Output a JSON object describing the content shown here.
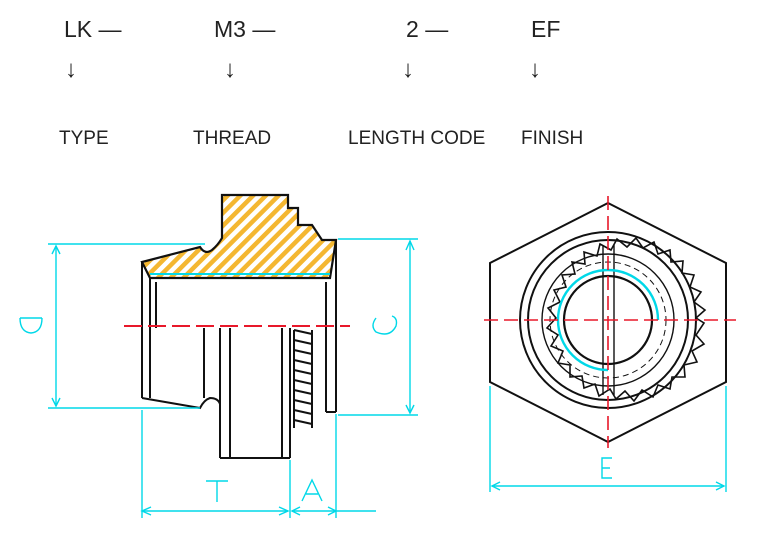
{
  "code": {
    "type": "LK",
    "thread": "M3",
    "length": "2",
    "finish": "EF",
    "separator": "—"
  },
  "labels": {
    "type": "TYPE",
    "thread": "THREAD",
    "length": "LENGTH CODE",
    "finish": "FINISH"
  },
  "dimensions": {
    "d": "D",
    "c": "C",
    "t": "T",
    "a": "A",
    "e": "E"
  },
  "colors": {
    "outline": "#111111",
    "dimension": "#00d8e8",
    "centerline": "#e8182a",
    "hatch": "#f4b731"
  }
}
